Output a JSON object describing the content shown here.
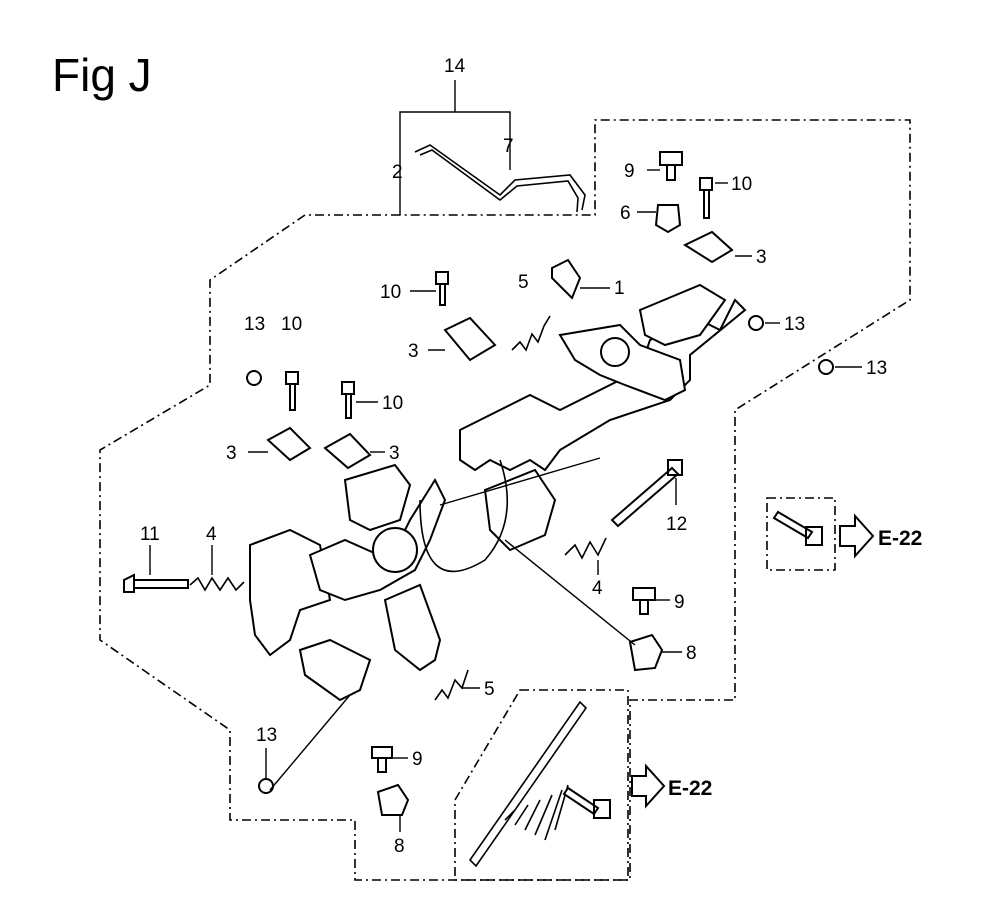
{
  "figure": {
    "title": "Fig J"
  },
  "callouts": [
    {
      "id": "c14",
      "text": "14"
    },
    {
      "id": "c7",
      "text": "7"
    },
    {
      "id": "c2",
      "text": "2"
    },
    {
      "id": "c9a",
      "text": "9"
    },
    {
      "id": "c10a",
      "text": "10"
    },
    {
      "id": "c6",
      "text": "6"
    },
    {
      "id": "c3a",
      "text": "3"
    },
    {
      "id": "c10b",
      "text": "10"
    },
    {
      "id": "c5a",
      "text": "5"
    },
    {
      "id": "c1",
      "text": "1"
    },
    {
      "id": "c3b",
      "text": "3"
    },
    {
      "id": "c13a",
      "text": "13"
    },
    {
      "id": "c13b",
      "text": "13"
    },
    {
      "id": "c13c",
      "text": "13"
    },
    {
      "id": "c10c",
      "text": "10"
    },
    {
      "id": "c10d",
      "text": "10"
    },
    {
      "id": "c3c",
      "text": "3"
    },
    {
      "id": "c3d",
      "text": "3"
    },
    {
      "id": "c12",
      "text": "12"
    },
    {
      "id": "c11",
      "text": "11"
    },
    {
      "id": "c4a",
      "text": "4"
    },
    {
      "id": "c4b",
      "text": "4"
    },
    {
      "id": "c9b",
      "text": "9"
    },
    {
      "id": "c8a",
      "text": "8"
    },
    {
      "id": "c5b",
      "text": "5"
    },
    {
      "id": "c13d",
      "text": "13"
    },
    {
      "id": "c9c",
      "text": "9"
    },
    {
      "id": "c8b",
      "text": "8"
    }
  ],
  "references": [
    {
      "id": "ref1",
      "text": "E-22"
    },
    {
      "id": "ref2",
      "text": "E-22"
    }
  ]
}
